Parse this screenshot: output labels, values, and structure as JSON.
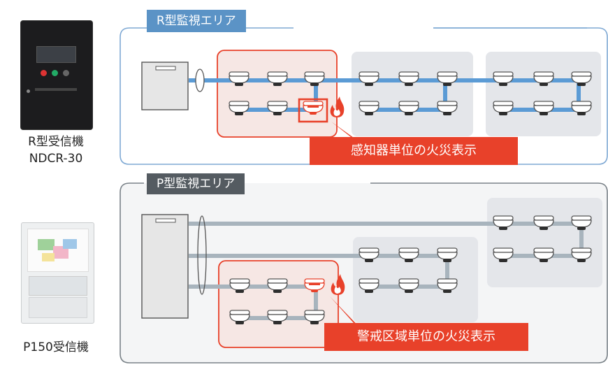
{
  "r_area": {
    "title": "R型監視エリア",
    "callout": "感知器単位の火災表示",
    "line_color": "#5b9bd5",
    "frame_color": "#7fa9d4",
    "title_bg": "#5b93c6"
  },
  "p_area": {
    "title": "P型監視エリア",
    "callout": "警戒区域単位の火災表示",
    "line_color": "#a8b4bd",
    "frame_color": "#7a8288",
    "title_bg": "#545b61"
  },
  "receivers": {
    "r_name": "R型受信機",
    "r_model": "NDCR-30",
    "p_name": "P150受信機"
  },
  "colors": {
    "fire": "#e8412a",
    "zone_bg": "#e4e6ea"
  }
}
